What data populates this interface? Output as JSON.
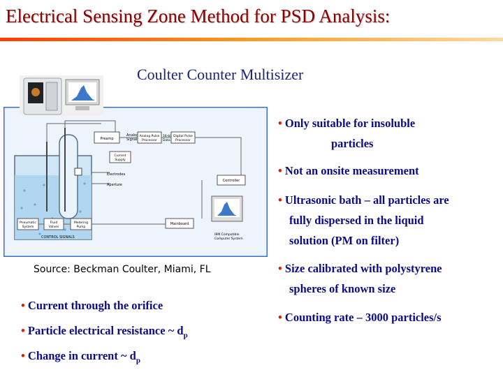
{
  "slide": {
    "title": "Electrical Sensing Zone Method for PSD Analysis:",
    "subtitle": "Coulter Counter Multisizer",
    "source": "Source: Beckman Coulter, Miami, FL",
    "diagram": {
      "preamp": "Preamp",
      "analog_signal": "Analog\nSignal",
      "analog_pulse_processor": "Analog Pulse\nProcessor",
      "bit_data": "16-bit\nData",
      "digital_pulse_processor": "Digital Pulse\nProcessor",
      "current_supply": "Current\nSupply",
      "electrodes": "Electrodes",
      "aperture": "Aperture",
      "controller": "Controller",
      "pneumatic_system": "Pneumatic\nSystem",
      "fluid_valves": "Fluid\nValves",
      "metering_pump": "Metering\nPump",
      "mainboard": "Mainboard",
      "control_signals": "CONTROL SIGNALS",
      "ibm_compatible": "IBM Compatible\nComputer System"
    },
    "right_bullets": [
      {
        "lines": [
          "Only suitable for insoluble",
          "particles"
        ]
      },
      {
        "lines": [
          "Not an onsite measurement"
        ]
      },
      {
        "lines": [
          "Ultrasonic bath – all particles are",
          "fully dispersed in the liquid",
          "solution (PM on filter)"
        ]
      },
      {
        "lines": [
          "Size calibrated with polystyrene",
          "spheres of known size"
        ]
      },
      {
        "lines": [
          "Counting rate – 3000 particles/s"
        ]
      }
    ],
    "left_bullets": {
      "b1": "Current through the orifice",
      "b2_text": "Particle electrical resistance ~ d",
      "b2_sub": "p",
      "b3_text": "Change in current ~ d",
      "b3_sub": "p"
    },
    "bullet_char": "•"
  }
}
